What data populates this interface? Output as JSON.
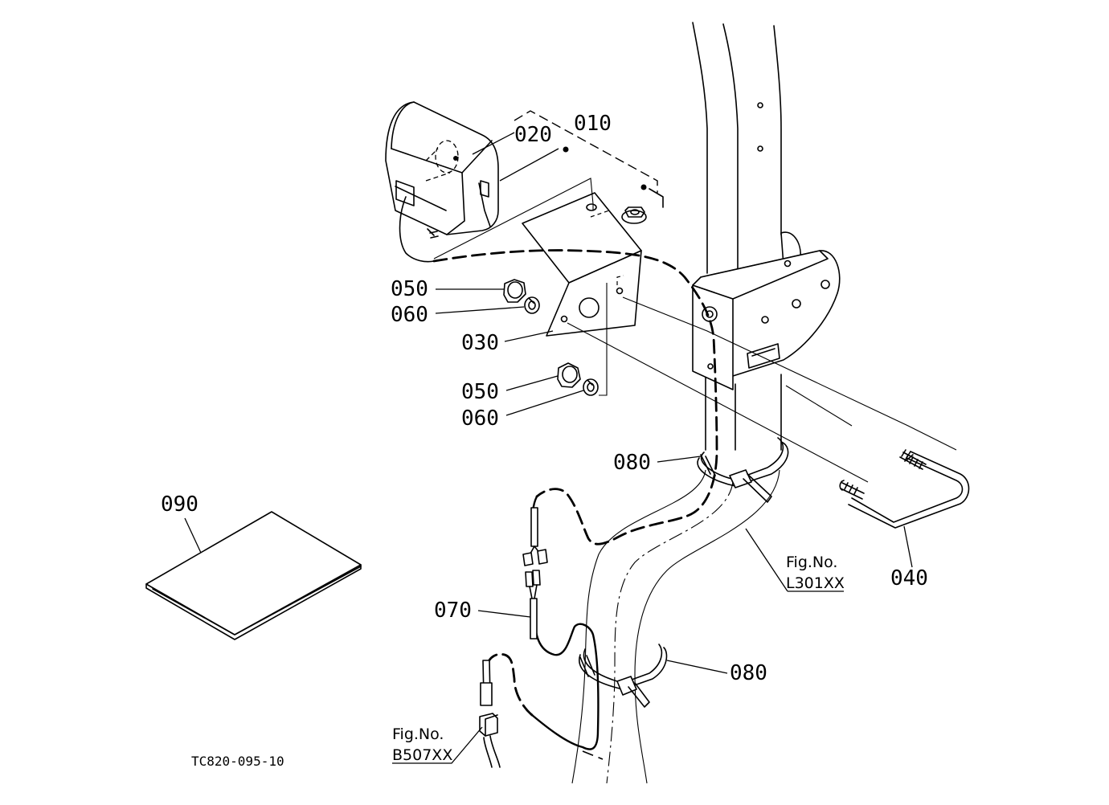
{
  "labels": {
    "p010": "010",
    "p020": "020",
    "p030": "030",
    "p040": "040",
    "p050a": "050",
    "p060a": "060",
    "p050b": "050",
    "p060b": "060",
    "p070": "070",
    "p080a": "080",
    "p080b": "080",
    "p090": "090"
  },
  "refs": {
    "l301": {
      "fig": "Fig.No.",
      "code": "L301XX"
    },
    "b507": {
      "fig": "Fig.No.",
      "code": "B507XX"
    }
  },
  "drawing_code": "TC820-095-10"
}
